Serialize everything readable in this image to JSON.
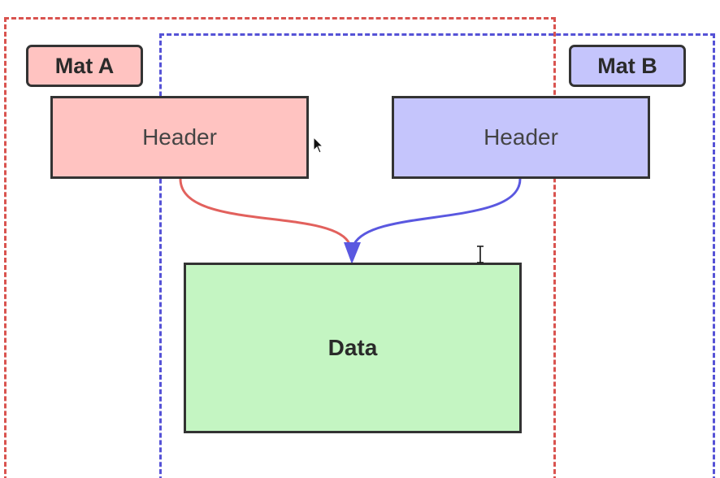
{
  "regions": {
    "mat_a_label": "Mat A",
    "mat_b_label": "Mat B"
  },
  "nodes": {
    "header_a": "Header",
    "header_b": "Header",
    "data": "Data"
  },
  "colors": {
    "mat_a_border": "#d9534f",
    "mat_b_border": "#5552d6",
    "mat_a_fill": "#ffc3c1",
    "mat_b_fill": "#c5c5fc",
    "data_fill": "#c4f5c2",
    "connector_a": "#e2615d",
    "connector_b": "#5a58e0"
  },
  "cursors": [
    "arrow-cursor",
    "ibeam-cursor"
  ]
}
